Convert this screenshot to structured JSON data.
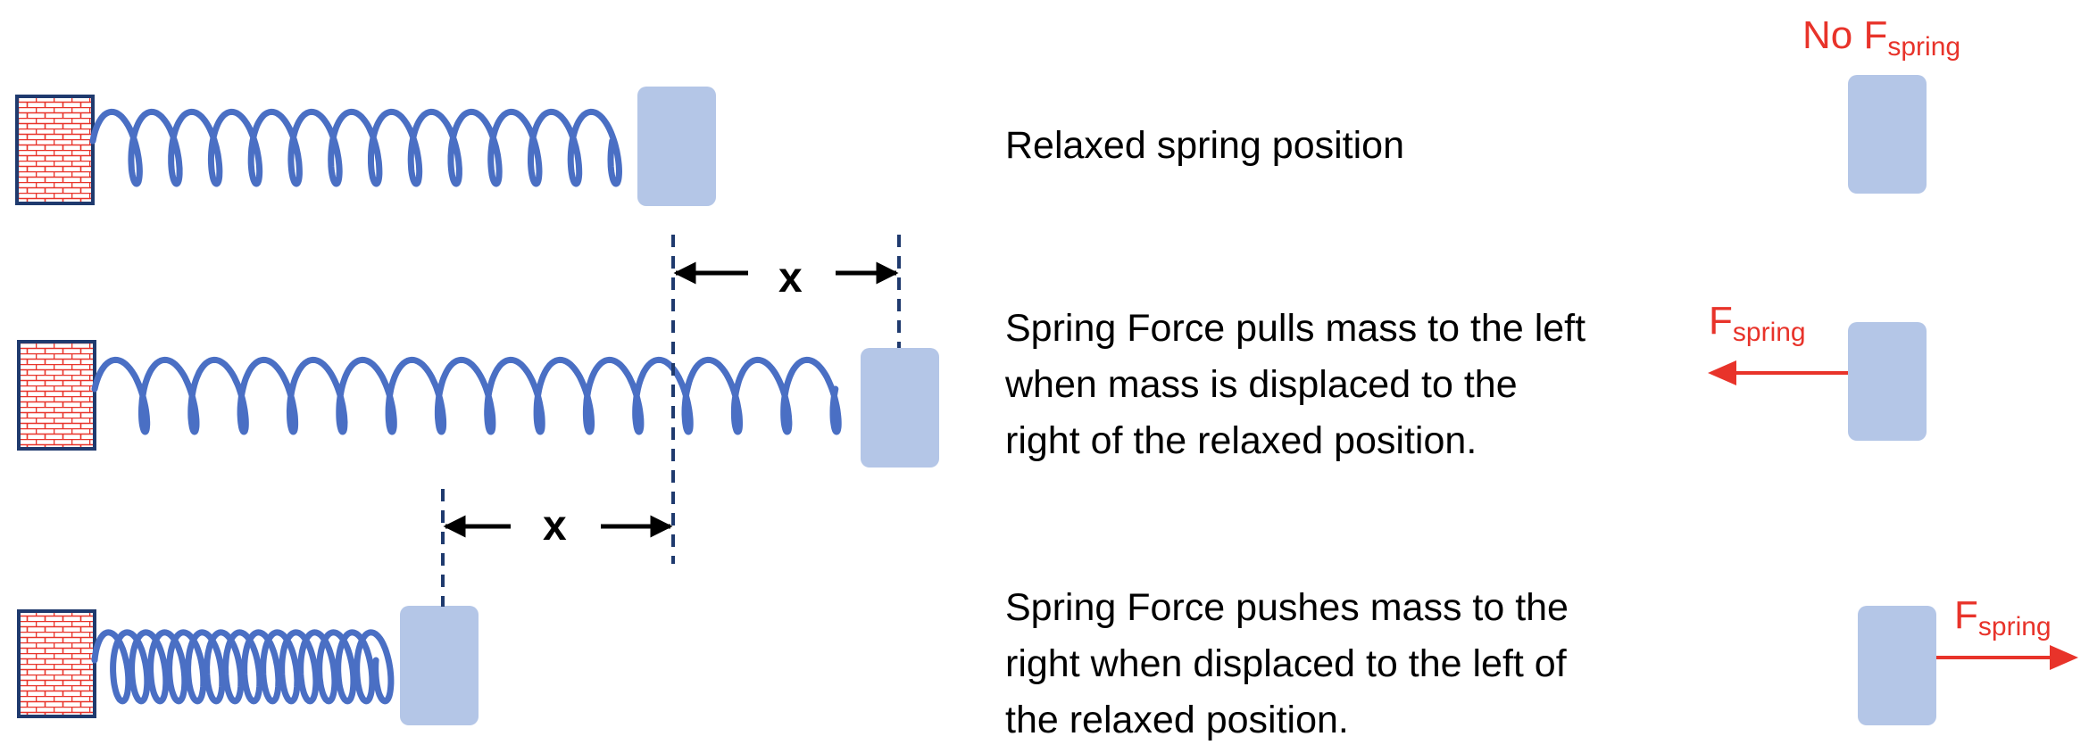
{
  "rows": [
    {
      "description": [
        "Relaxed spring position"
      ]
    },
    {
      "description": [
        "Spring Force pulls mass to the left",
        "when mass is displaced to the",
        "right of the relaxed position."
      ]
    },
    {
      "description": [
        "Spring Force pushes mass to the",
        "right when displaced to the left of",
        "the relaxed position."
      ]
    }
  ],
  "force_labels": {
    "none_prefix": "No ",
    "symbol": "F",
    "subscript": "spring"
  },
  "displacement_label": "x",
  "colors": {
    "spring": "#4a6fc4",
    "mass": "#b4c6e7",
    "force": "#e8332a",
    "wall_fill": "#ffffff",
    "wall_brick": "#e8332a",
    "wall_border": "#1f3a6e",
    "guide_line": "#1f3a6e",
    "text": "#000000"
  },
  "icons": [
    "brick-wall-icon",
    "spring-coil-icon",
    "mass-block-icon",
    "force-arrow-icon",
    "dimension-arrow-icon"
  ]
}
